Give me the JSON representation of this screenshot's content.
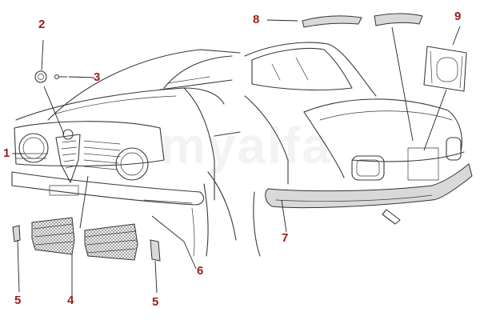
{
  "watermark": "myalfa",
  "callouts": {
    "c1": "1",
    "c2": "2",
    "c3": "3",
    "c4": "4",
    "c5a": "5",
    "c5b": "5",
    "c6": "6",
    "c7": "7",
    "c8": "8",
    "c9": "9"
  },
  "colors": {
    "callout": "#9a1c1c",
    "line": "#3a3a3a"
  }
}
